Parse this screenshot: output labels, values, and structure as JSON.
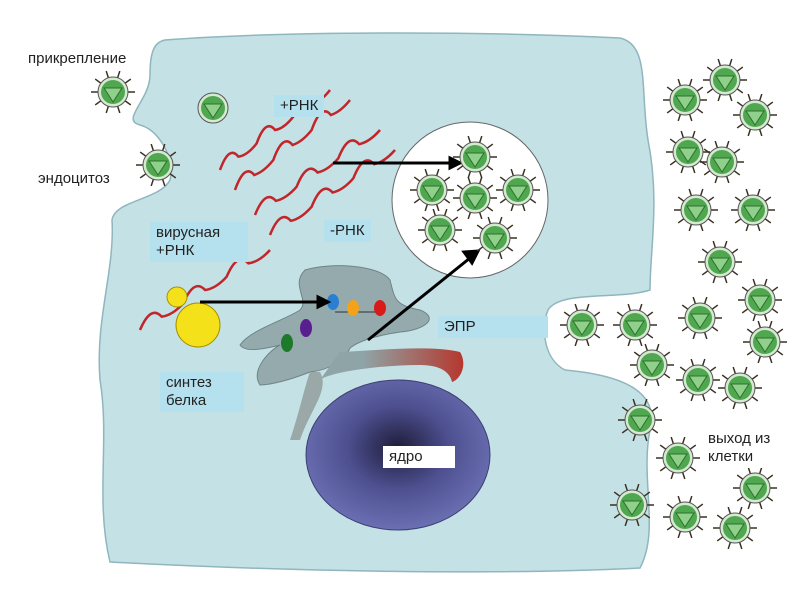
{
  "labels": {
    "attachment": "прикрепление",
    "endocytosis": "эндоцитоз",
    "plus_rna": "+РНК",
    "viral_rna_line1": "вирусная",
    "viral_rna_line2": "+РНК",
    "minus_rna": "-РНК",
    "er": "ЭПР",
    "protein_line1": "синтез",
    "protein_line2": "белка",
    "nucleus": "ядро",
    "exit_line1": "выход из",
    "exit_line2": "клетки"
  },
  "colors": {
    "cytoplasm": "#c4e2e6",
    "rna": "#c0262a",
    "nucleus": "#6a6fb0",
    "er": "#8fa4a6",
    "virus": "#4fa84f",
    "ribosome": "#f5e11a"
  }
}
